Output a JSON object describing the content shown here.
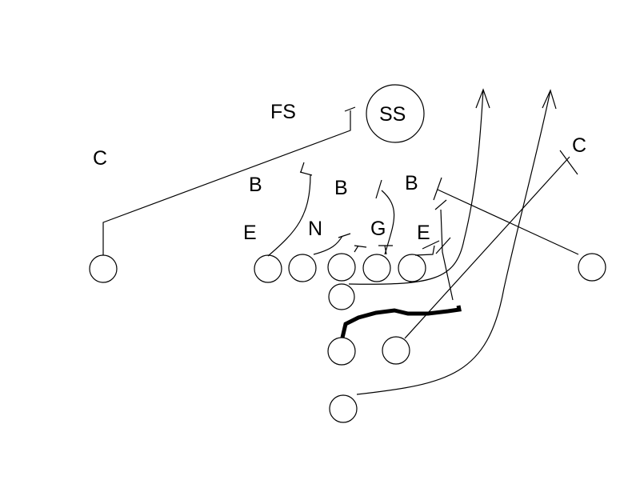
{
  "defense_labels": {
    "free_safety": "FS",
    "strong_safety": "SS",
    "corner_left": "C",
    "corner_right": "C",
    "backer_left": "B",
    "backer_middle": "B",
    "backer_right": "B",
    "end_left": "E",
    "nose": "N",
    "guard": "G",
    "end_right": "E"
  },
  "colors": {
    "ink": "#000000",
    "background": "#ffffff"
  }
}
